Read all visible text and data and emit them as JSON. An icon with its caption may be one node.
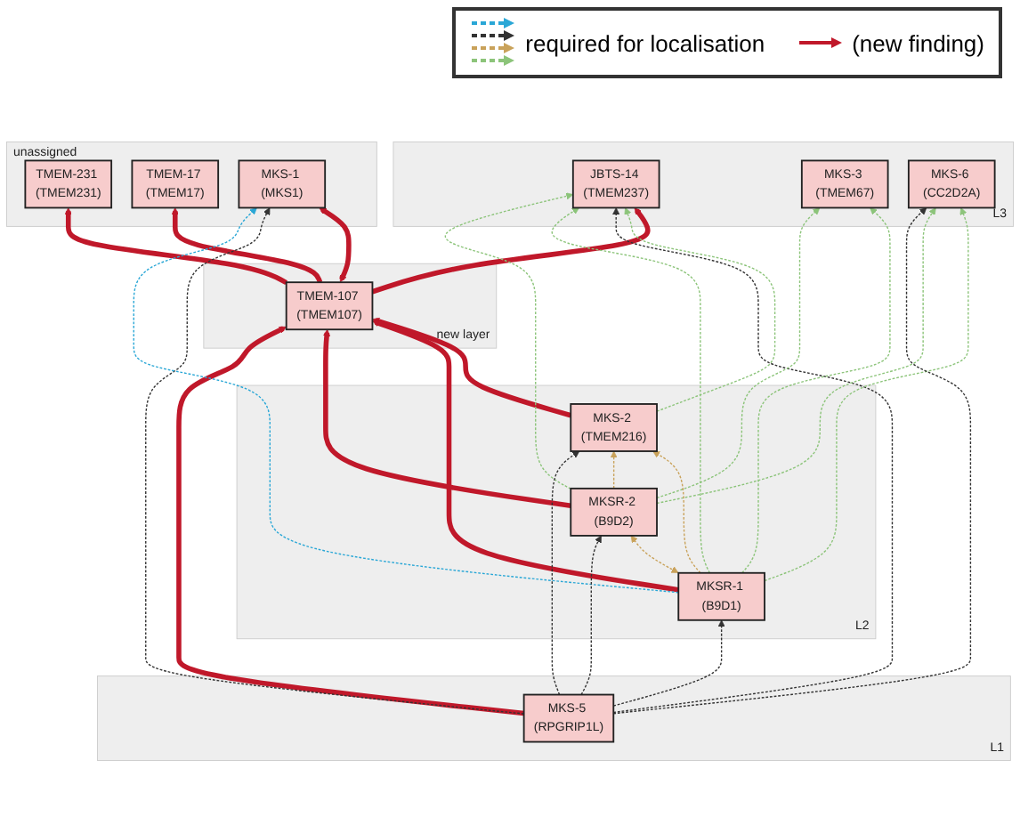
{
  "diagram": {
    "nodes": [
      {
        "text": [
          "unassigned"
        ]
      },
      {
        "text": [
          "TMEM-231 (TMEM231)"
        ],
        "in": 0
      },
      {
        "text": [
          "TMEM-17 (TMEM17)"
        ],
        "in": 0
      },
      {
        "text": [
          "MKS-1 (MKS1)"
        ],
        "in": 0
      },
      {
        "text": [
          "L3"
        ]
      },
      {
        "text": [
          "JBTS-14 (TMEM237)"
        ],
        "in": 4
      },
      {
        "text": [
          "MKS-3 (TMEM67)"
        ],
        "in": 4
      },
      {
        "text": [
          "MKS-6 (CC2D2A)"
        ],
        "in": 4
      },
      {
        "text": [
          "new layer"
        ]
      },
      {
        "text": [
          "TMEM-107 (TMEM107)"
        ],
        "in": 8
      },
      {
        "text": [
          "L2"
        ]
      },
      {
        "text": [
          "MKS-2 (TMEM216)"
        ],
        "in": 10
      },
      {
        "text": [
          "MKSR-1 (B9D1)"
        ],
        "in": 10
      },
      {
        "text": [
          "MKSR-2 (B9D2)"
        ],
        "in": 10
      },
      {
        "text": [
          "L1"
        ]
      },
      {
        "text": [
          "MKS-5 (RPGRIP1L)"
        ],
        "in": 14
      }
    ],
    "edges": [
      {
        "from": 9,
        "to": 2,
        "arrow": "to",
        "style": "thick"
      },
      {
        "from": 9,
        "to": 1,
        "arrow": "to",
        "style": "thick"
      },
      {
        "from": 9,
        "to": 3,
        "arrow": "both",
        "style": "thick"
      },
      {
        "from": 9,
        "to": 5,
        "arrow": "to",
        "style": "thick"
      },
      {
        "from": 11,
        "to": 9,
        "arrow": "to",
        "style": "thick"
      },
      {
        "from": 12,
        "to": 9,
        "arrow": "to",
        "style": "thick"
      },
      {
        "from": 13,
        "to": 9,
        "arrow": "to",
        "style": "thick"
      },
      {
        "from": 15,
        "to": 9,
        "arrow": "to",
        "style": "thick"
      },
      {
        "from": 15,
        "to": 3,
        "arrow": "to",
        "style": "dashed",
        "color": "#333333"
      },
      {
        "from": 12,
        "to": 3,
        "arrow": "to",
        "style": "dashed",
        "color": "#2aa7d6"
      },
      {
        "from": 11,
        "to": 5,
        "arrow": "to",
        "style": "dashed",
        "color": "#8cc47a"
      },
      {
        "from": 15,
        "to": 5,
        "arrow": "to",
        "style": "dashed",
        "color": "#333333"
      },
      {
        "from": 12,
        "to": 5,
        "arrow": "to",
        "style": "dashed",
        "color": "#8cc47a"
      },
      {
        "from": 13,
        "to": 5,
        "arrow": "to",
        "style": "dashed",
        "color": "#8cc47a"
      },
      {
        "from": 12,
        "to": 6,
        "arrow": "to",
        "style": "dashed",
        "color": "#8cc47a"
      },
      {
        "from": 13,
        "to": 6,
        "arrow": "to",
        "style": "dashed",
        "color": "#8cc47a"
      },
      {
        "from": 12,
        "to": 7,
        "arrow": "to",
        "style": "dashed",
        "color": "#8cc47a"
      },
      {
        "from": 13,
        "to": 7,
        "arrow": "to",
        "style": "dashed",
        "color": "#8cc47a"
      },
      {
        "from": 15,
        "to": 7,
        "arrow": "to",
        "style": "dashed",
        "color": "#333333"
      },
      {
        "from": 12,
        "to": 11,
        "arrow": "to",
        "style": "dashed",
        "color": "#c9a25a"
      },
      {
        "from": 12,
        "to": 13,
        "arrow": "both",
        "style": "dashed",
        "color": "#c9a25a"
      },
      {
        "from": 13,
        "to": 11,
        "arrow": "to",
        "style": "dashed",
        "color": "#c9a25a"
      },
      {
        "from": 15,
        "to": 11,
        "arrow": "to",
        "style": "dashed",
        "color": "#333333"
      },
      {
        "from": 15,
        "to": 12,
        "arrow": "to",
        "style": "dashed",
        "color": "#333333"
      },
      {
        "from": 15,
        "to": 13,
        "arrow": "to",
        "style": "dashed",
        "color": "#333333"
      }
    ],
    "legend": [
      {
        "text": "required for localisation"
      },
      {
        "text": "(new finding)"
      }
    ]
  }
}
